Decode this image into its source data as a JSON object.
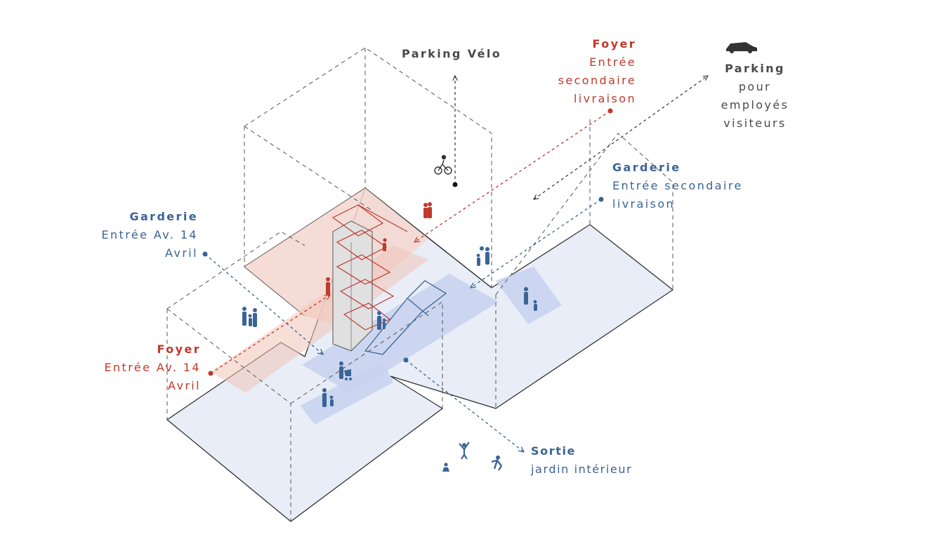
{
  "labels": {
    "parking_velo": {
      "title": "Parking Vélo"
    },
    "foyer_secondaire": {
      "title": "Foyer",
      "line1": "Entrée",
      "line2": "secondaire",
      "line3": "livraison"
    },
    "parking_employes": {
      "title": "Parking",
      "line1": "pour",
      "line2": "employés",
      "line3": "visiteurs"
    },
    "garderie_secondaire": {
      "title": "Garderie",
      "line1": "Entrée secondaire",
      "line2": "livraison"
    },
    "garderie_principale": {
      "title": "Garderie",
      "line1": "Entrée Av. 14",
      "line2": "Avril"
    },
    "foyer_principal": {
      "title": "Foyer",
      "line1": "Entrée Av. 14",
      "line2": "Avril"
    },
    "sortie": {
      "title": "Sortie",
      "line1": "jardin intérieur"
    }
  },
  "colors": {
    "foyer": "#c0392b",
    "garderie": "#3b6496",
    "neutral": "#4a4a4a",
    "floor": "#e8edf7",
    "floor_highlight": "#c9d3ee",
    "foyer_zone": "#f3d6cf",
    "outline": "#333333"
  },
  "icons": [
    "car-icon",
    "bicycle-icon",
    "person-icon",
    "family-icon",
    "stroller-icon",
    "child-icon"
  ]
}
